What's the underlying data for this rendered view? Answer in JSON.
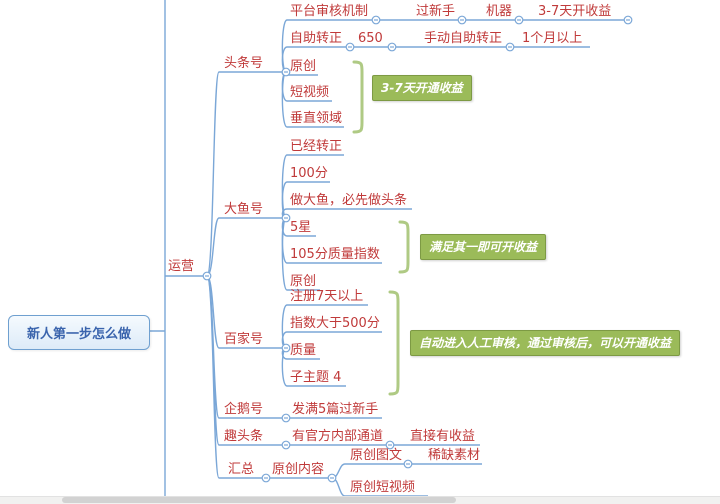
{
  "colors": {
    "line_blue": "#7BA7D7",
    "node_text_red": "#C03A3A",
    "root_text_blue": "#3A64AD",
    "root_fill": "#EAF3FB",
    "root_border": "#6FA0D0",
    "callout_fill": "#9BBB59",
    "callout_border": "#7D9A44",
    "bracket_green": "#AFCA84"
  },
  "mindmap": {
    "root": {
      "label": "新人第一步怎么做"
    },
    "operations": {
      "label": "运营"
    },
    "toutiao": {
      "label": "头条号",
      "review_chain": {
        "n1": "平台审核机制",
        "n2": "过新手",
        "n3": "机器",
        "n4": "3-7天开收益"
      },
      "transfer_chain": {
        "n1": "自助转正",
        "n2": "650",
        "n3": "手动自助转正",
        "n4": "1个月以上"
      },
      "original": "原创",
      "short_video": "短视频",
      "vertical_field": "垂直领域",
      "callout": "3-7天开通收益"
    },
    "dayu": {
      "label": "大鱼号",
      "confirmed": "已经转正",
      "score_100": "100分",
      "note": "做大鱼，必先做头条",
      "star_5": "5星",
      "quality_105": "105分质量指数",
      "original": "原创",
      "callout": "满足其一即可开收益"
    },
    "baijia": {
      "label": "百家号",
      "register_7d": "注册7天以上",
      "index_500": "指数大于500分",
      "quality": "质量",
      "subtopic_4": "子主题 4",
      "callout": "自动进入人工审核，通过审核后，可以开通收益"
    },
    "qie": {
      "label": "企鹅号",
      "pass_newbie": "发满5篇过新手"
    },
    "qutoutiao": {
      "label": "趣头条",
      "channel": "有官方内部通道",
      "income": "直接有收益"
    },
    "summary": {
      "label": "汇总",
      "original_content": "原创内容",
      "graphic": "原创图文",
      "scarce": "稀缺素材",
      "short_video": "原创短视频"
    }
  }
}
